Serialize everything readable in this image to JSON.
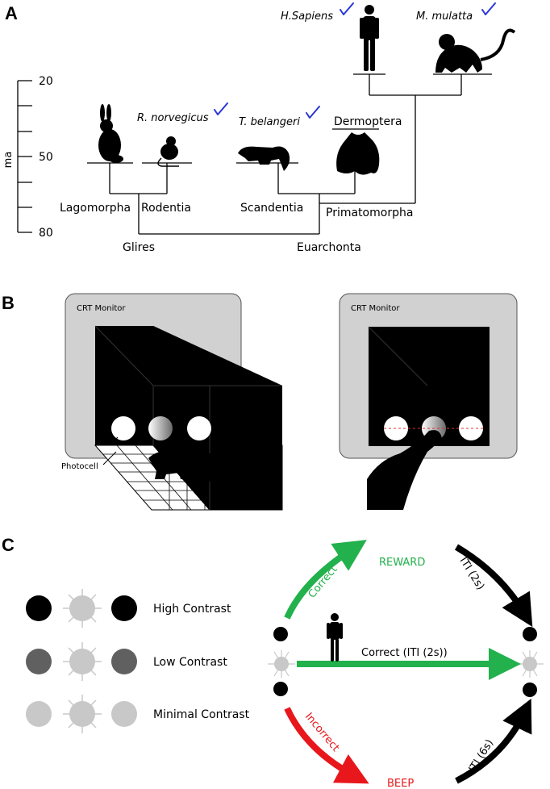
{
  "panel_a": {
    "letter": "A",
    "axis_title": "ma",
    "ticks": [
      "20",
      "50",
      "80"
    ],
    "species": {
      "human": "H.Sapiens",
      "macaque": "M. mulatta",
      "rat": "R. norvegicus",
      "tree_shrew": "T. belangeri",
      "dermoptera": "Dermoptera"
    },
    "clades": {
      "lagomorpha": "Lagomorpha",
      "rodentia": "Rodentia",
      "scandentia": "Scandentia",
      "primatomorpha": "Primatomorpha",
      "glires": "Glires",
      "euarchonta": "Euarchonta"
    }
  },
  "panel_b": {
    "letter": "B",
    "monitor_left": "CRT Monitor",
    "monitor_right": "CRT Monitor",
    "photocell": "Photocell"
  },
  "panel_c": {
    "letter": "C",
    "contrasts": [
      "High Contrast",
      "Low Contrast",
      "Minimal Contrast"
    ],
    "outcomes": {
      "reward": "REWARD",
      "beep": "BEEP",
      "correct": "Correct",
      "incorrect": "Incorrect",
      "human_correct": "Correct  (ITI (2s))",
      "iti_short": "ITI (2s)",
      "iti_long": "ITI (6s)"
    },
    "colors": {
      "green": "#22b14c",
      "red": "#e8171b",
      "black": "#000000",
      "light_gray": "#c8c8c8",
      "dark_gray": "#606060"
    }
  }
}
